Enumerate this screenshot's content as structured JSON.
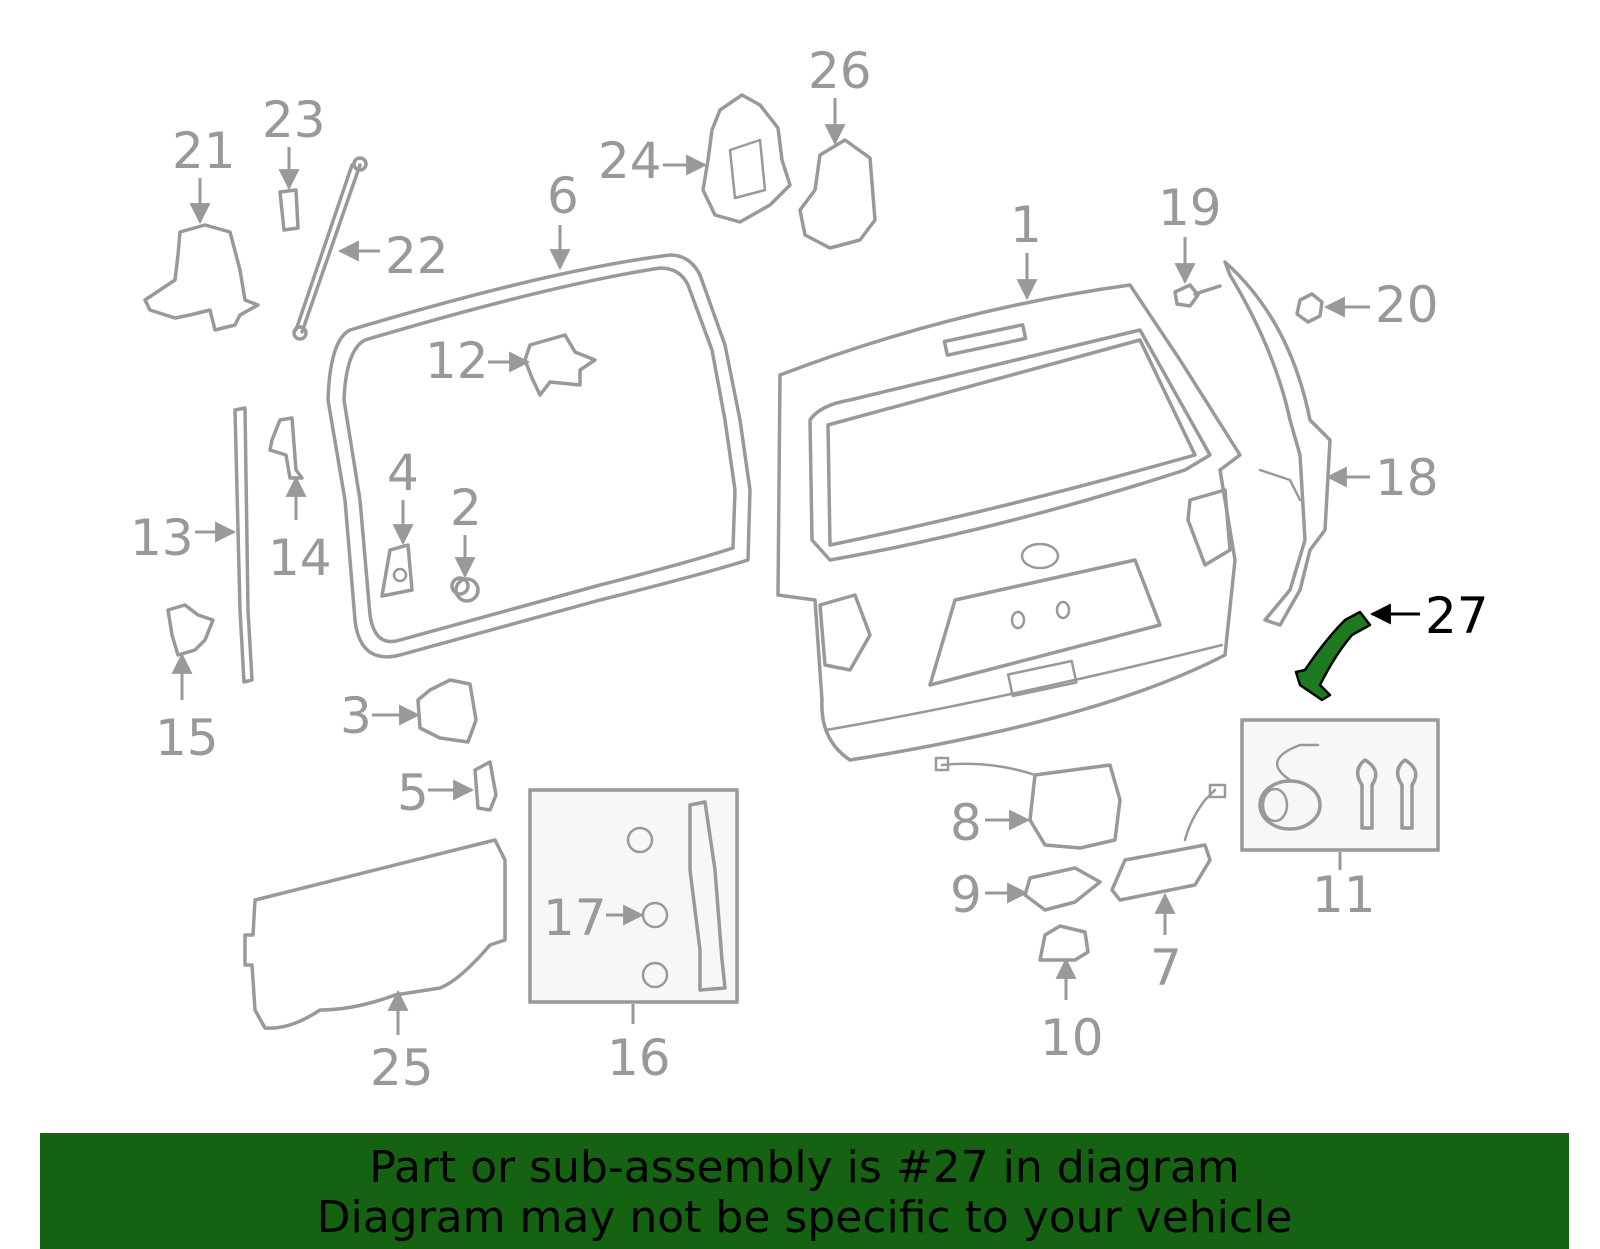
{
  "diagram": {
    "callouts": [
      "1",
      "2",
      "3",
      "4",
      "5",
      "6",
      "7",
      "8",
      "9",
      "10",
      "11",
      "12",
      "13",
      "14",
      "15",
      "16",
      "17",
      "18",
      "19",
      "20",
      "21",
      "22",
      "23",
      "24",
      "25",
      "26",
      "27"
    ],
    "highlighted_callout": "27",
    "colors": {
      "part_line": "#999999",
      "highlight_fill": "#1e7a1e",
      "banner_bg": "#156312",
      "label_gray": "#999999",
      "label_highlight": "#000000"
    }
  },
  "banner": {
    "line1": "Part or sub-assembly is #27 in diagram",
    "line2": "Diagram may not be specific to your vehicle"
  }
}
